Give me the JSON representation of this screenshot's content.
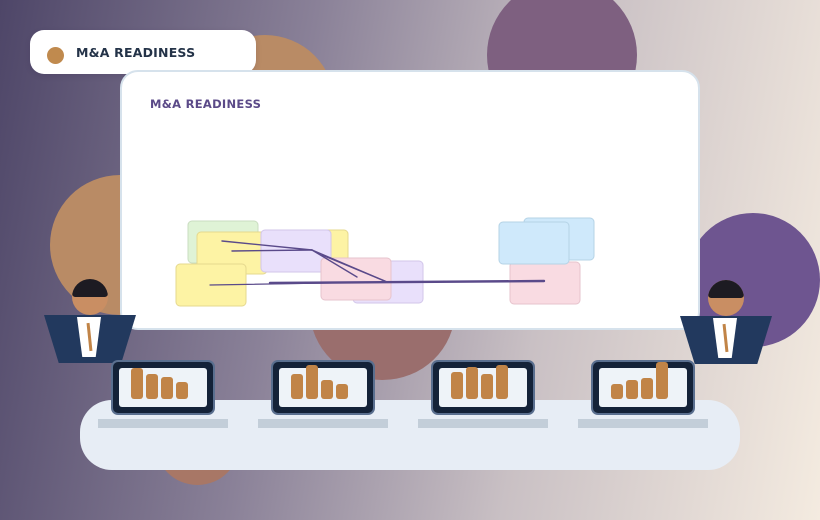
{
  "header": {
    "label": "M&A READINESS",
    "dot_color": "#c08a4e"
  },
  "board": {
    "title": "M&A READINESS"
  },
  "diagram": {
    "note_colors": {
      "green": "#dff3d6",
      "yellow": "#fdf3a4",
      "lavender": "#e9e0fb",
      "pink": "#f9dbe2",
      "blue": "#cfe9fb"
    },
    "connector_color": "#5a4a8a"
  },
  "colors": {
    "accent": "#c18447",
    "navy": "#22395e",
    "purple": "#6e5590"
  },
  "monitors": [
    {
      "bars": [
        0.78,
        0.62,
        0.55,
        0.42
      ]
    },
    {
      "bars": [
        0.62,
        0.85,
        0.48,
        0.38
      ]
    },
    {
      "bars": [
        0.68,
        0.8,
        0.62,
        0.85
      ]
    },
    {
      "bars": [
        0.38,
        0.48,
        0.52,
        0.92
      ]
    }
  ]
}
